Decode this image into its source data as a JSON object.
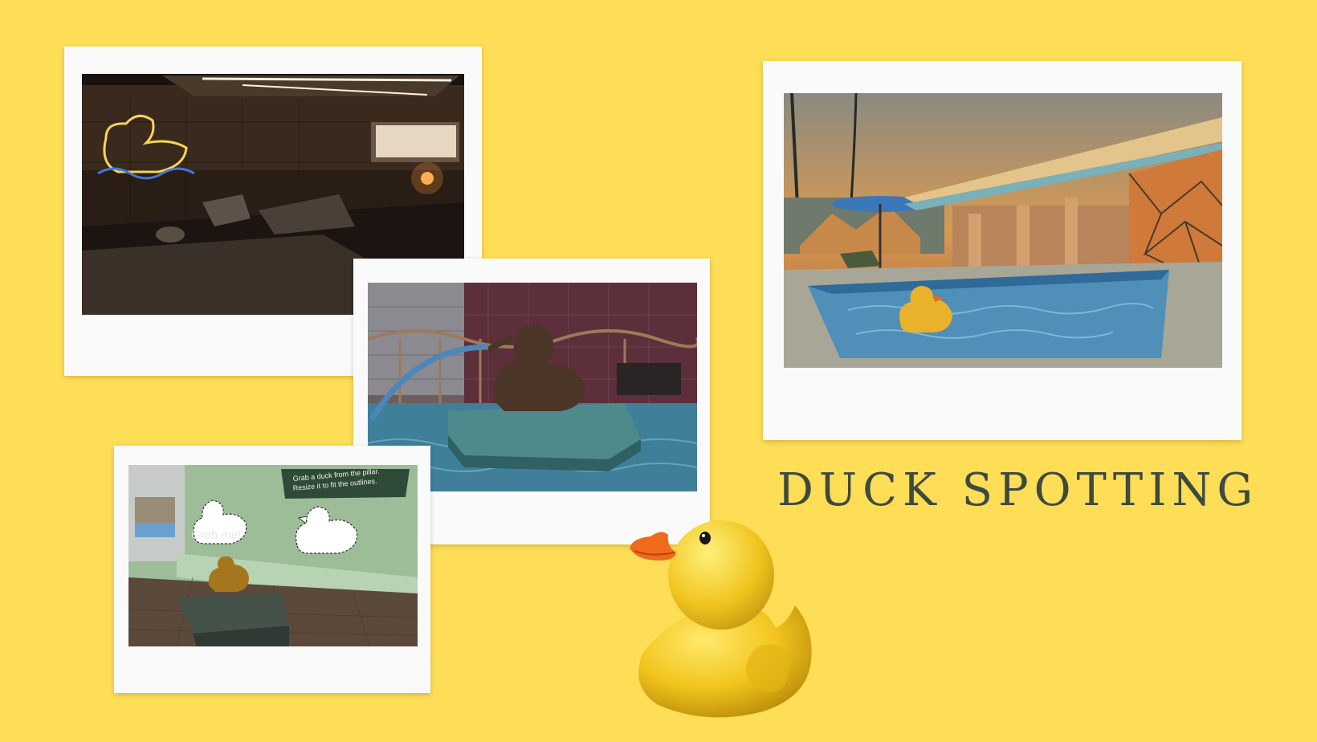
{
  "title": "DUCK SPOTTING",
  "photos": {
    "puzzle": {
      "sign_line1": "Grab a duck from the pillar.",
      "sign_line2": "Resize it to fit the outlines.",
      "grab_label": "Grab me!"
    }
  },
  "colors": {
    "background": "#FEDD57",
    "title": "#3D4A3F",
    "frame": "#FAFAFA"
  },
  "icons": [
    "rubber-duck-icon"
  ]
}
